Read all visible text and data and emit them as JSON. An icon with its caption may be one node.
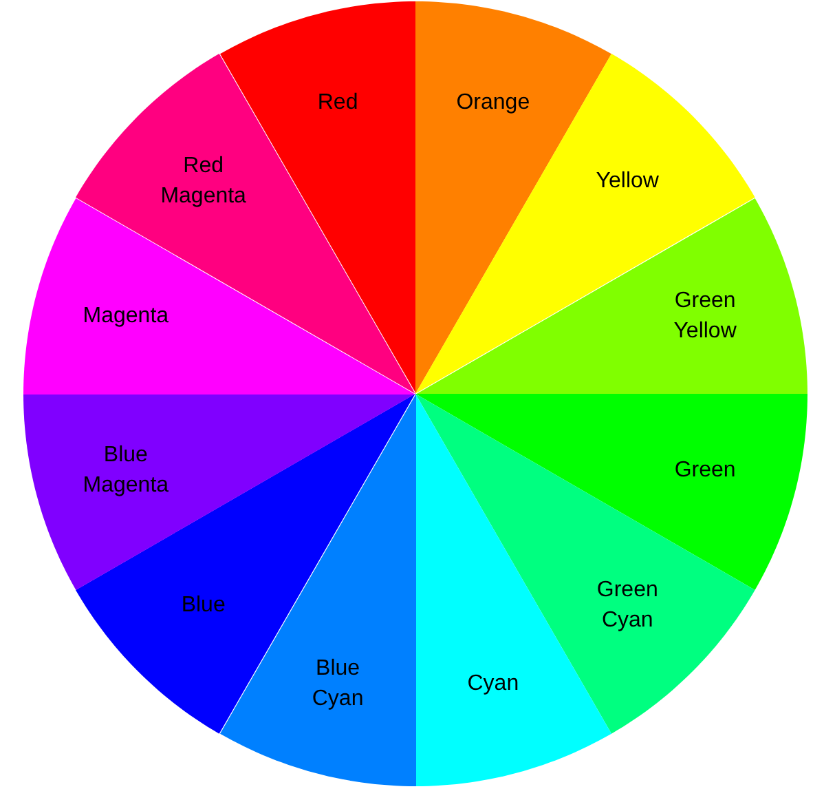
{
  "diagram": {
    "nodes": [
      {
        "text": [
          "Red"
        ]
      },
      {
        "text": [
          "Orange"
        ]
      },
      {
        "text": [
          "Yellow"
        ]
      },
      {
        "text": [
          "Green Yellow"
        ]
      },
      {
        "text": [
          "Green"
        ]
      },
      {
        "text": [
          "Green Cyan"
        ]
      },
      {
        "text": [
          "Cyan"
        ]
      },
      {
        "text": [
          "Blue Cyan"
        ]
      },
      {
        "text": [
          "Blue"
        ]
      },
      {
        "text": [
          "Blue Magenta"
        ]
      },
      {
        "text": [
          "Magenta"
        ]
      },
      {
        "text": [
          "Red Magenta"
        ]
      }
    ]
  }
}
